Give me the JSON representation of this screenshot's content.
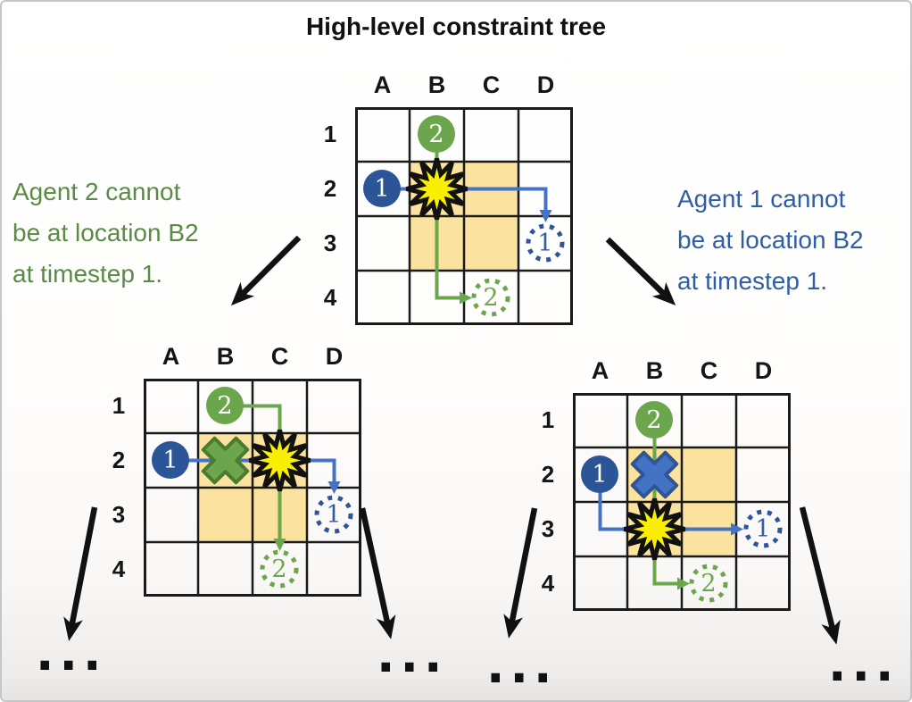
{
  "title": "High-level constraint tree",
  "grid_labels": {
    "cols": [
      "A",
      "B",
      "C",
      "D"
    ],
    "rows": [
      "1",
      "2",
      "3",
      "4"
    ]
  },
  "agents": {
    "agent1": {
      "label": "1",
      "color": "#2b5597",
      "path_color": "#4472c4"
    },
    "agent2": {
      "label": "2",
      "color": "#6ba64d",
      "path_color": "#6ba64d"
    }
  },
  "constraints": {
    "left": {
      "color": "#5a8b44",
      "lines": [
        "Agent 2 cannot",
        "be at location B2",
        "at timestep 1."
      ]
    },
    "right": {
      "color": "#2f5ea7",
      "lines": [
        "Agent 1 cannot",
        "be at location B2",
        "at timestep 1."
      ]
    }
  },
  "ellipsis": "...",
  "icons": {
    "collision": "burst-star-icon",
    "constraint_violation": "x-mark-icon"
  },
  "colors": {
    "conflict_cells": "#fbe29e",
    "collision_star": "#faef00",
    "grid_line": "#1a1a1a",
    "branch_arrow": "#111111"
  },
  "tree_nodes": {
    "root": {
      "collision_cell": "B2",
      "agent1_goal_cell": "D3",
      "agent2_goal_cell": "C4"
    },
    "left_child": {
      "collision_cell": "C2",
      "x_cell": "B2",
      "agent1_goal_cell": "D3",
      "agent2_goal_cell": "C4"
    },
    "right_child": {
      "collision_cell": "B3",
      "x_cell": "B2",
      "agent1_goal_cell": "D3",
      "agent2_goal_cell": "C4"
    }
  }
}
